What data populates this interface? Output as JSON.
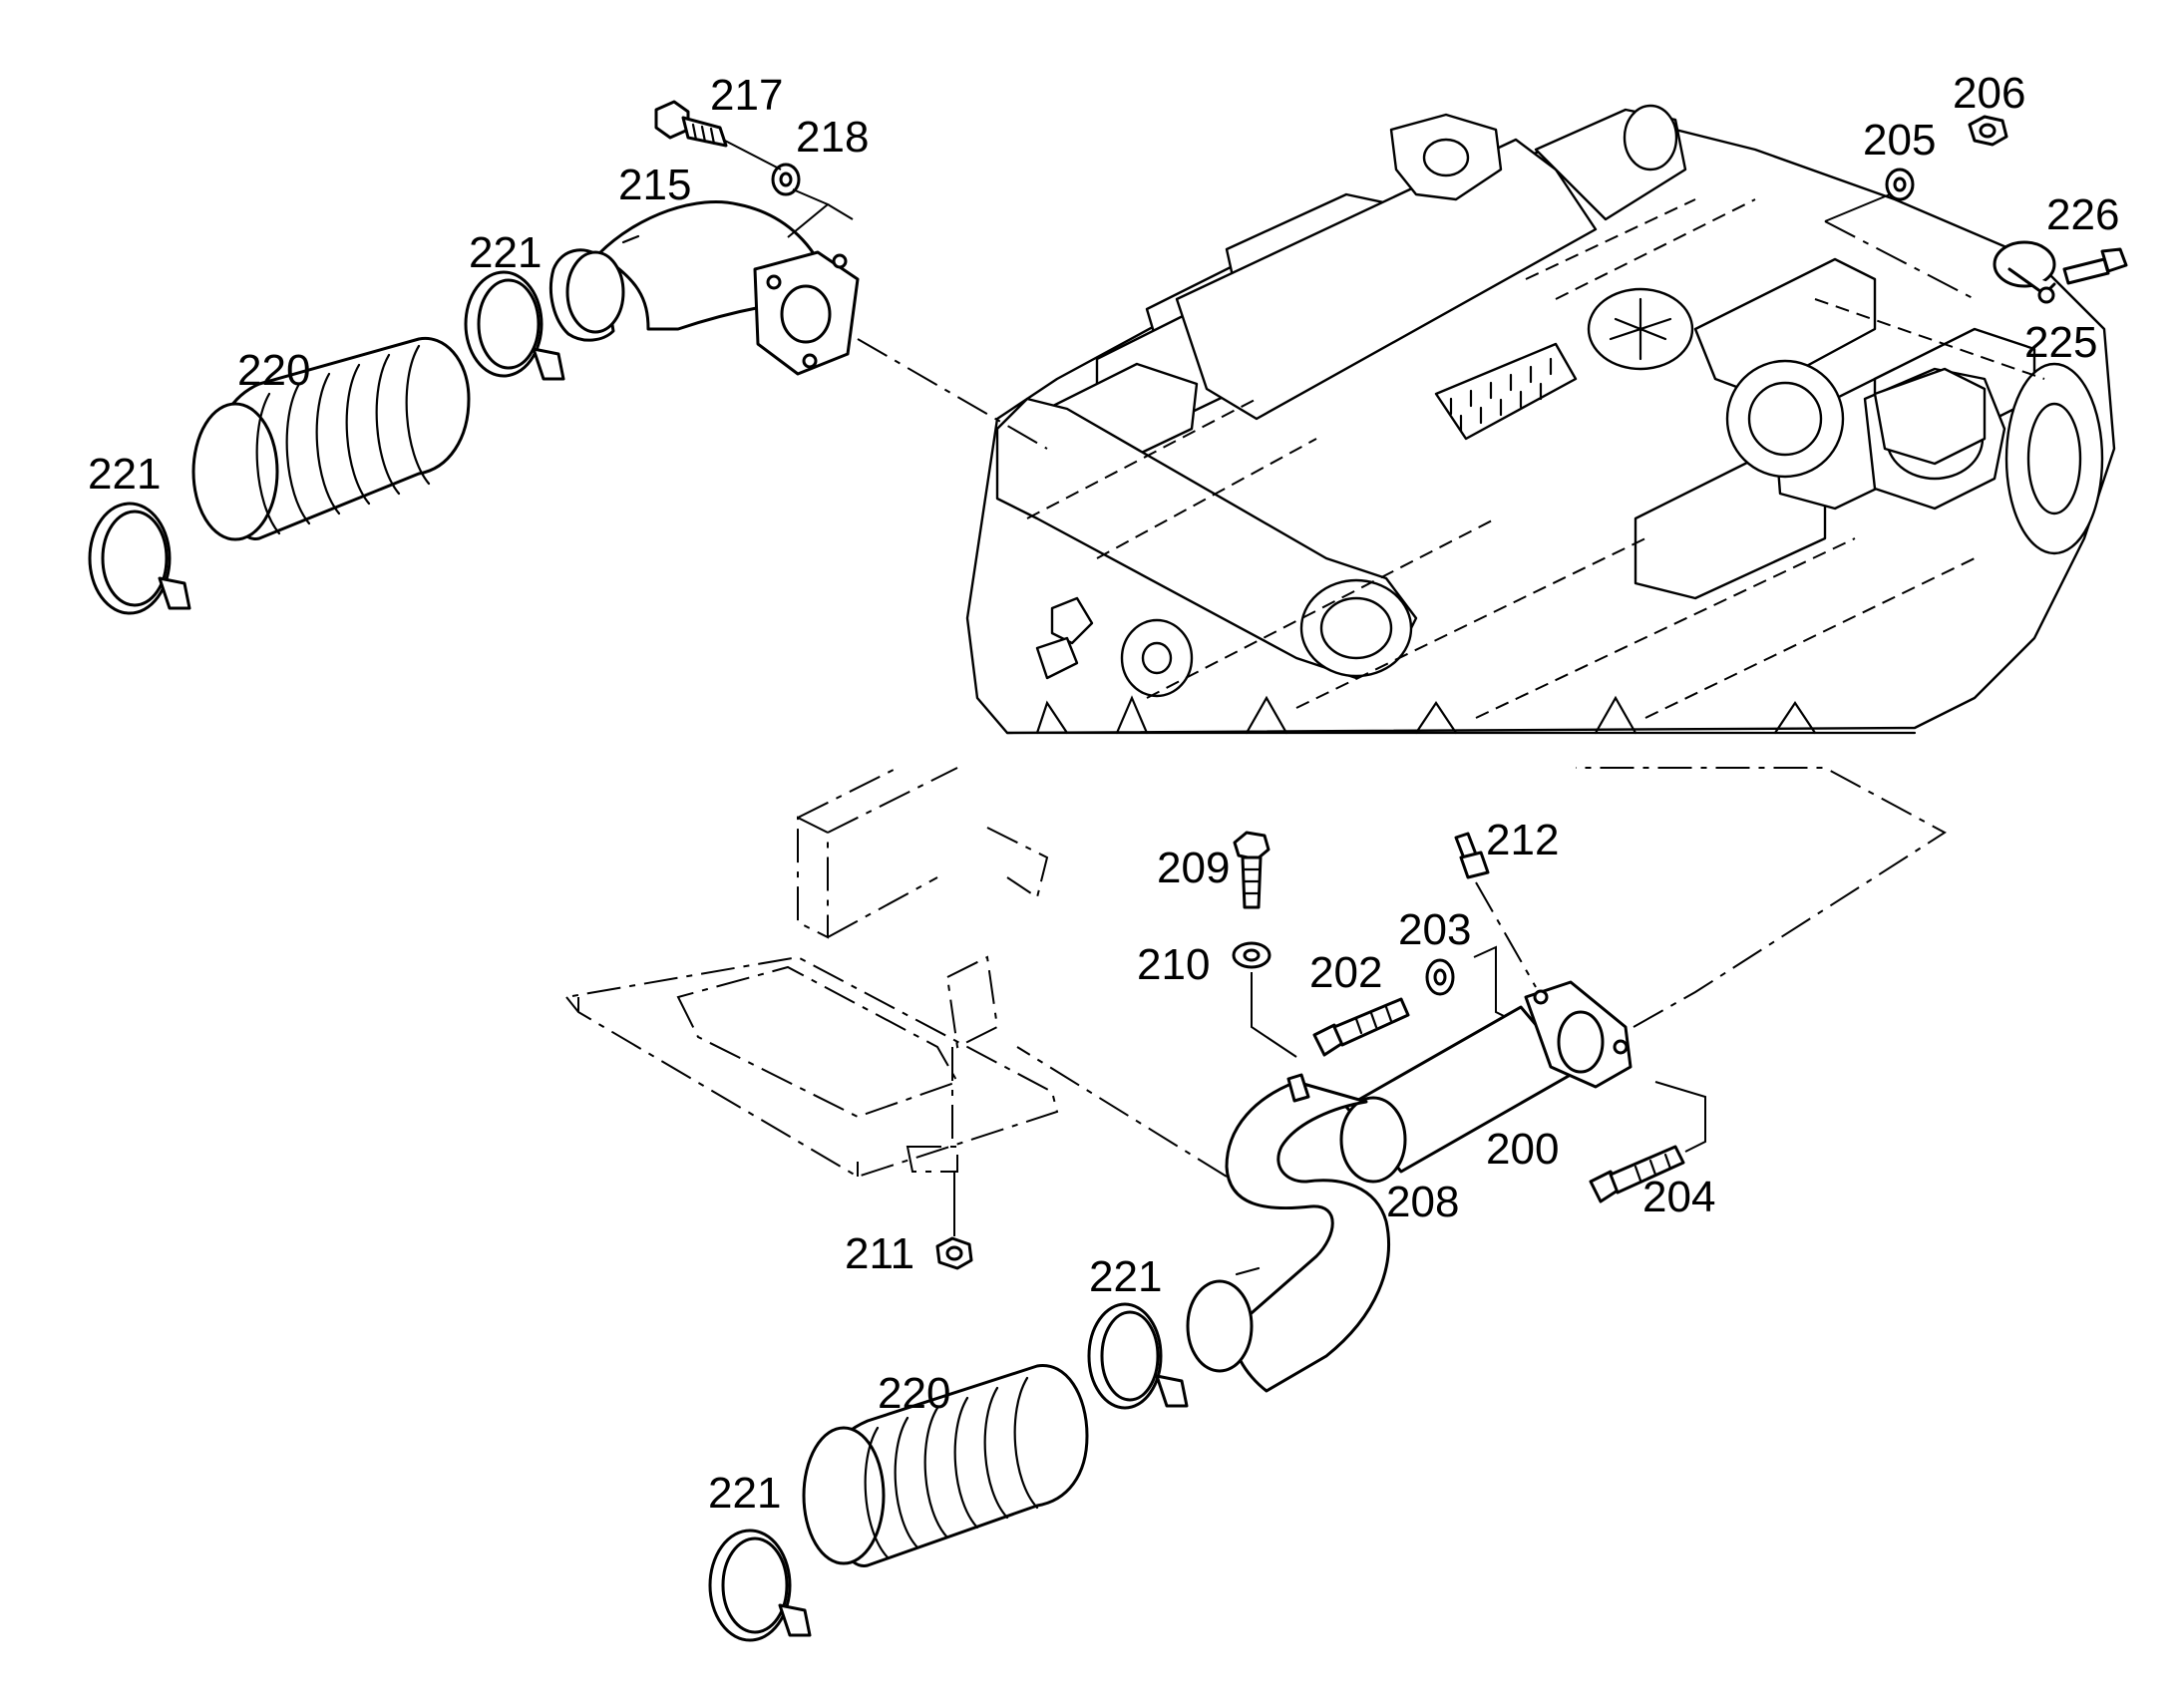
{
  "figure": {
    "callouts": [
      {
        "id": "c217a",
        "text": "217"
      },
      {
        "id": "c218a",
        "text": "218"
      },
      {
        "id": "c215",
        "text": "215"
      },
      {
        "id": "c221a",
        "text": "221"
      },
      {
        "id": "c220a",
        "text": "220"
      },
      {
        "id": "c221b",
        "text": "221"
      },
      {
        "id": "c206",
        "text": "206"
      },
      {
        "id": "c205",
        "text": "205"
      },
      {
        "id": "c226",
        "text": "226"
      },
      {
        "id": "c225",
        "text": "225"
      },
      {
        "id": "c209",
        "text": "209"
      },
      {
        "id": "c212",
        "text": "212"
      },
      {
        "id": "c210",
        "text": "210"
      },
      {
        "id": "c203",
        "text": "203"
      },
      {
        "id": "c202",
        "text": "202"
      },
      {
        "id": "c200",
        "text": "200"
      },
      {
        "id": "c208",
        "text": "208"
      },
      {
        "id": "c204",
        "text": "204"
      },
      {
        "id": "c211",
        "text": "211"
      },
      {
        "id": "c221c",
        "text": "221"
      },
      {
        "id": "c220b",
        "text": "220"
      },
      {
        "id": "c221d",
        "text": "221"
      }
    ]
  }
}
